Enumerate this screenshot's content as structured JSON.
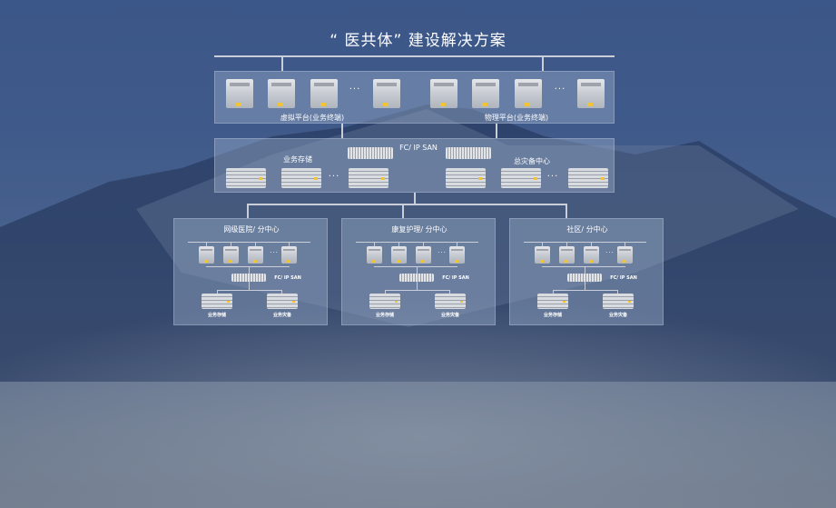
{
  "title": "“ 医共体” 建设解决方案",
  "top": {
    "virtual_label": "虚拟平台(业务终端)",
    "physical_label": "物理平台(业务终端)",
    "ellipsis": "···"
  },
  "storage": {
    "san_label": "FC/ IP SAN",
    "business_storage": "业务存储",
    "dr_center": "总灾备中心"
  },
  "branches": [
    {
      "title": "网级医院/ 分中心",
      "san": "FC/ IP SAN",
      "storage": "业务存储",
      "backup": "业务灾备"
    },
    {
      "title": "康复护理/ 分中心",
      "san": "FC/ IP SAN",
      "storage": "业务存储",
      "backup": "业务灾备"
    },
    {
      "title": "社区/ 分中心",
      "san": "FC/ IP SAN",
      "storage": "业务存储",
      "backup": "业务灾备"
    }
  ]
}
